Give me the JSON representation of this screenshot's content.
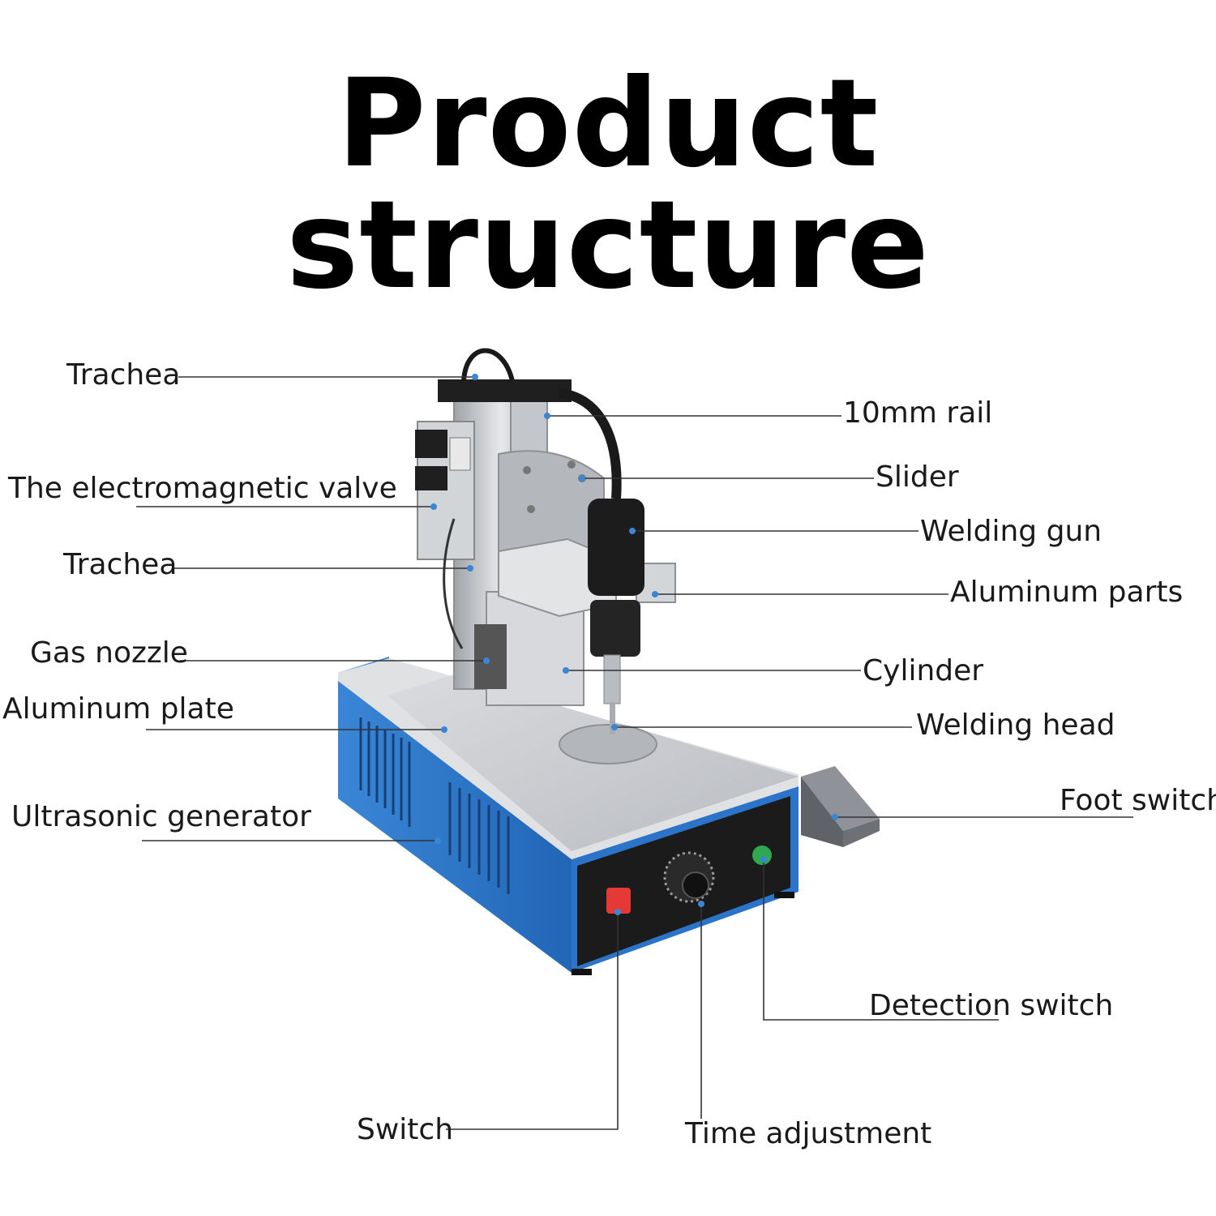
{
  "title": "Product structure",
  "labels": {
    "trachea_top": "Trachea",
    "electromagnetic_valve": "The electromagnetic valve",
    "trachea_mid": "Trachea",
    "gas_nozzle": "Gas nozzle",
    "aluminum_plate": "Aluminum plate",
    "ultrasonic_generator": "Ultrasonic generator",
    "rail": "10mm rail",
    "slider": "Slider",
    "welding_gun": "Welding gun",
    "aluminum_parts": "Aluminum parts",
    "cylinder": "Cylinder",
    "welding_head": "Welding head",
    "foot_switch": "Foot switch",
    "detection_switch": "Detection switch",
    "switch": "Switch",
    "time_adjustment": "Time adjustment"
  },
  "colors": {
    "base_blue": "#2b74c9",
    "base_dark": "#1e5aa6",
    "plate": "#c9cbce",
    "frame": "#b9bcc0",
    "leader": "#333333",
    "dot": "#3a86d6",
    "switch_red": "#e53935",
    "switch_green": "#2fa84f"
  }
}
